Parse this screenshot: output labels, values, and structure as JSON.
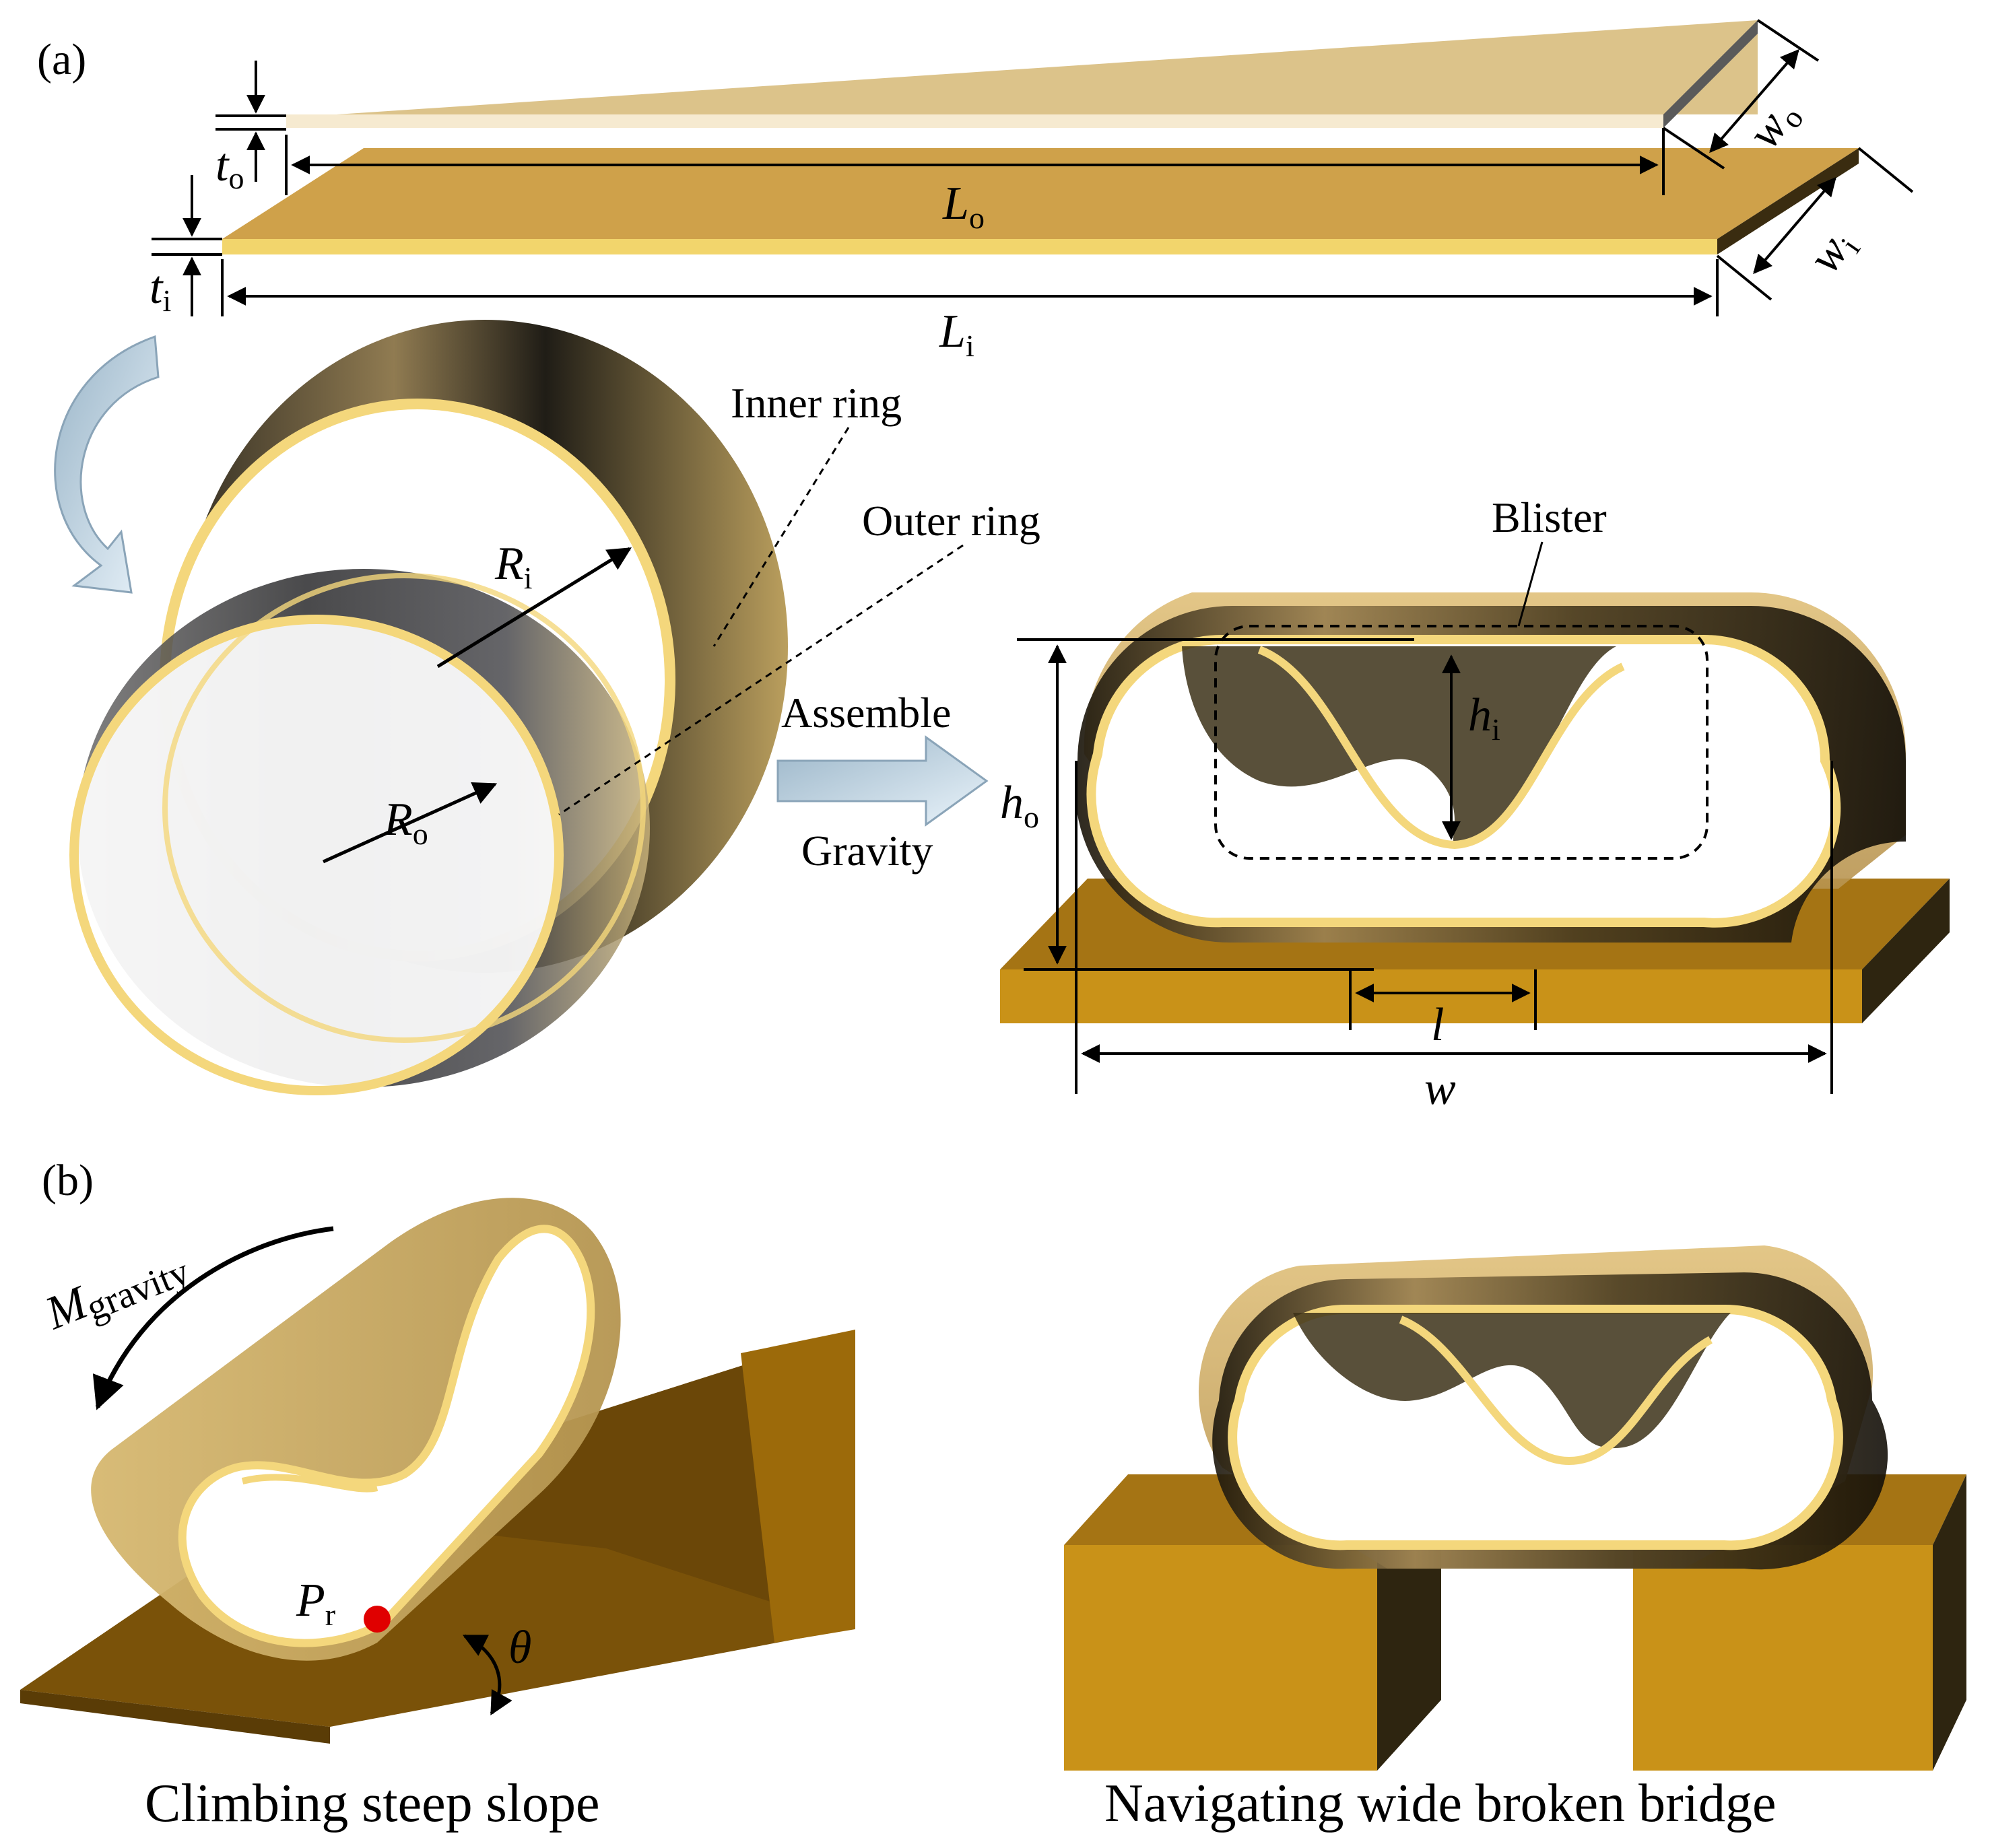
{
  "panel_a": {
    "label": "(a)",
    "strip_outer": {
      "thickness": "t",
      "thickness_sub": "o",
      "length": "L",
      "length_sub": "o",
      "width": "w",
      "width_sub": "o"
    },
    "strip_inner": {
      "thickness": "t",
      "thickness_sub": "i",
      "length": "L",
      "length_sub": "i",
      "width": "w",
      "width_sub": "i"
    },
    "inner_ring_label": "Inner ring",
    "outer_ring_label": "Outer ring",
    "radius_inner": "R",
    "radius_inner_sub": "i",
    "radius_outer": "R",
    "radius_outer_sub": "o",
    "arrow_top_label": "Assemble",
    "arrow_bottom_label": "Gravity",
    "blister_label": "Blister",
    "height_inner": "h",
    "height_inner_sub": "i",
    "height_outer": "h",
    "height_outer_sub": "o",
    "blister_length": "l",
    "overall_width": "w"
  },
  "panel_b": {
    "label": "(b)",
    "moment_symbol": "M",
    "moment_sub": "gravity",
    "point_symbol": "P",
    "point_sub": "r",
    "angle_symbol": "θ",
    "caption_left": "Climbing steep slope",
    "caption_right": "Navigating wide broken bridge"
  },
  "colors": {
    "strip_outer": "#dcc38a",
    "strip_inner": "#cfa14a",
    "ring_edge": "#f4d77c",
    "base_gold": "#c08a1a",
    "slope_dark": "#6e4a08",
    "point_red": "#e00000",
    "arrow_blue": "#dbeaf5"
  }
}
